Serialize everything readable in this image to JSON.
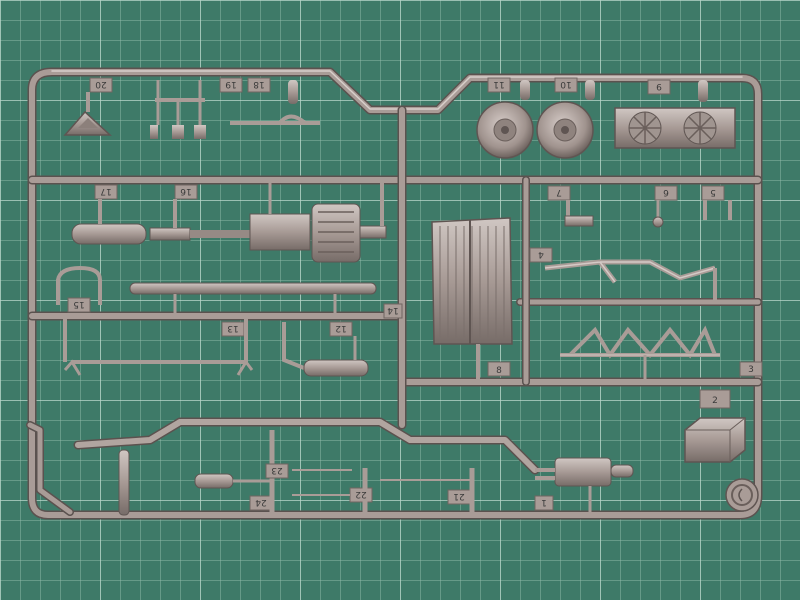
{
  "photo": {
    "subject": "plastic model kit sprue on cutting mat",
    "background_color": "#3e7a68",
    "grid_line_color": "#a9cbbd",
    "plastic_color": "#a79a95",
    "plastic_shadow_color": "#6f6561",
    "plastic_highlight_color": "#d4cac6"
  },
  "part_numbers": {
    "p20": "20",
    "p19": "19",
    "p18": "18",
    "p11": "11",
    "p10": "10",
    "p9": "9",
    "p17": "17",
    "p16": "16",
    "p7": "7",
    "p6": "6",
    "p5": "5",
    "p15": "15",
    "p14": "14",
    "p13": "13",
    "p12": "12",
    "p4": "4",
    "p3": "3",
    "p8": "8",
    "p2": "2",
    "p24": "24",
    "p23": "23",
    "p22": "22",
    "p21": "21",
    "p1": "1"
  }
}
